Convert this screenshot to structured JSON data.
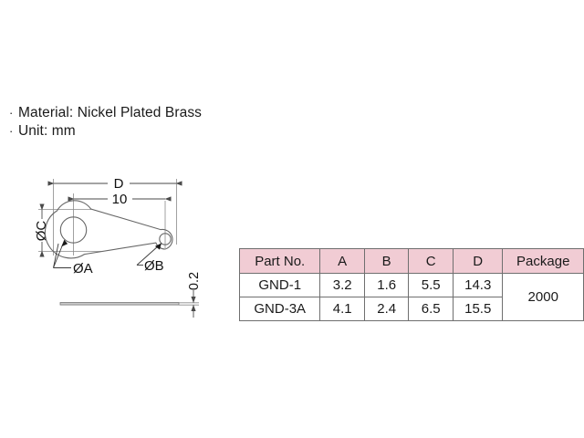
{
  "notes": [
    {
      "bullet": "·",
      "text": "Material: Nickel Plated Brass"
    },
    {
      "bullet": "·",
      "text": "Unit: mm"
    }
  ],
  "drawing": {
    "dimensions": {
      "overall_length": "D",
      "hole_center_distance": "10",
      "width": "ØC",
      "large_hole": "ØA",
      "small_hole": "ØB",
      "thickness": "0.2"
    },
    "line_color": "#555555",
    "dim_color": "#6a6a6a",
    "text_color": "#111111"
  },
  "table": {
    "header_bg": "#f1ccd4",
    "border_color": "#6f6f6f",
    "columns": [
      "Part No.",
      "A",
      "B",
      "C",
      "D",
      "Package"
    ],
    "rows": [
      {
        "part": "GND-1",
        "a": "3.2",
        "b": "1.6",
        "c": "5.5",
        "d": "14.3"
      },
      {
        "part": "GND-3A",
        "a": "4.1",
        "b": "2.4",
        "c": "6.5",
        "d": "15.5"
      }
    ],
    "package": "2000"
  }
}
